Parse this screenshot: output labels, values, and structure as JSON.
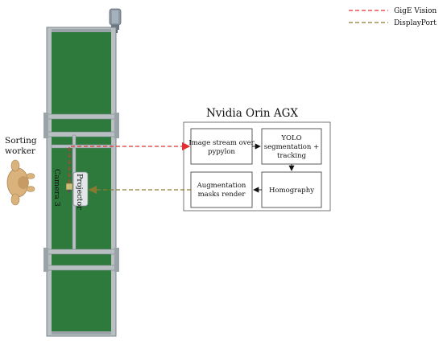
{
  "legend": {
    "gige": {
      "label": "GigE Vision",
      "color": "#e03030"
    },
    "displayport": {
      "label": "DisplayPort",
      "color": "#8a7a30"
    }
  },
  "worker": {
    "line1": "Sorting",
    "line2": "worker"
  },
  "conveyor": {
    "belt_color": "#2e7a3c"
  },
  "labels": {
    "camera": "Camera 3",
    "projector": "Projector"
  },
  "orin": {
    "title": "Nvidia Orin AGX",
    "boxes": {
      "stream": [
        "Image stream over",
        "pypylon"
      ],
      "yolo": [
        "YOLO",
        "segmentation +",
        "tracking"
      ],
      "homography": [
        "Homography"
      ],
      "augment": [
        "Augmentation",
        "masks render"
      ]
    }
  }
}
